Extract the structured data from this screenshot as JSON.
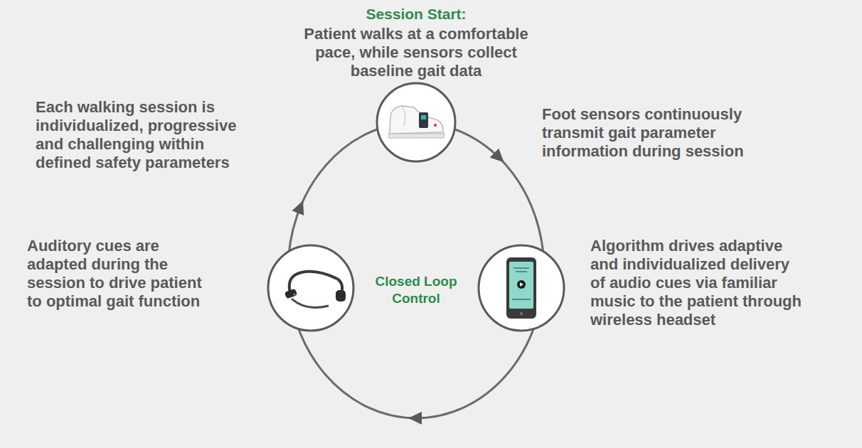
{
  "diagram": {
    "labels": [
      "Session Start:",
      "Patient walks at a comfortable pace, while sensors collect baseline gait data",
      "Foot sensors continuously transmit gait parameter information during session",
      "Algorithm drives adaptive and individualized delivery of audio cues via familiar music to the patient through wireless headset",
      "Auditory cues are adapted during the session to drive patient to optimal gait function",
      "Each walking session is individualized, progressive and challenging within defined safety parameters",
      "Closed Loop Control"
    ]
  }
}
